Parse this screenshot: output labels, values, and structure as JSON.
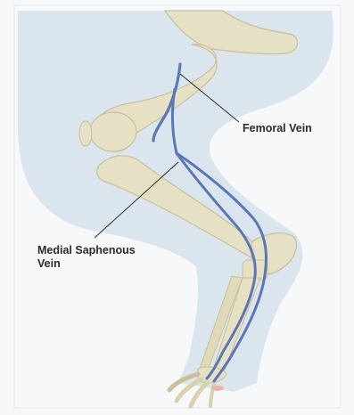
{
  "labels": {
    "femoral_vein": "Femoral Vein",
    "medial_saphenous_line1": "Medial Saphenous",
    "medial_saphenous_line2": "Vein"
  },
  "colors": {
    "background": "#f7f8fa",
    "silhouette": "#dbe5ee",
    "bone": "#e6e1c4",
    "bone_shadow": "#c9c09a",
    "vein": "#5a78b8",
    "leader": "#2b2b2b"
  }
}
